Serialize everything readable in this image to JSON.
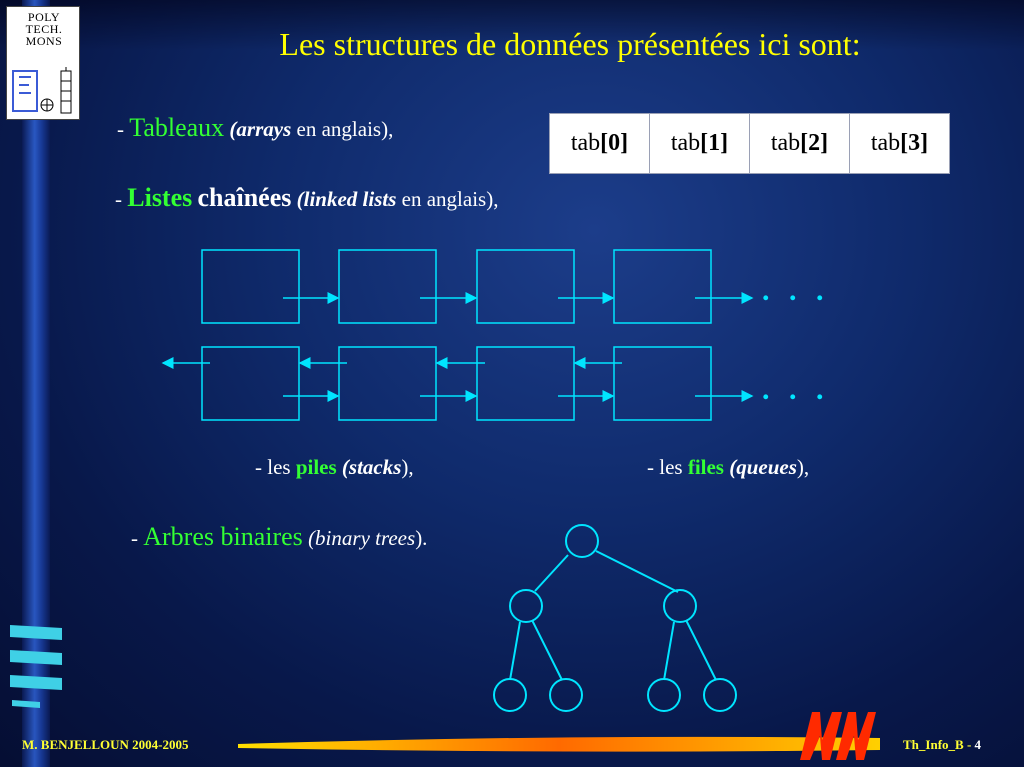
{
  "logo": {
    "line1": "POLY",
    "line2": "TECH.",
    "line3": "MONS"
  },
  "title": "Les structures de données présentées ici sont:",
  "item_tableaux": {
    "dash": "- ",
    "name": "Tableaux",
    "en": "(arrays",
    "rest": " en anglais),"
  },
  "array_cells": [
    {
      "prefix": "tab",
      "index": "[0]"
    },
    {
      "prefix": "tab",
      "index": "[1]"
    },
    {
      "prefix": "tab",
      "index": "[2]"
    },
    {
      "prefix": "tab",
      "index": "[3]"
    }
  ],
  "item_listes": {
    "dash": "- ",
    "name1": "Listes",
    "name2": "chaînées",
    "en": "(linked lists",
    "rest": " en anglais),"
  },
  "item_piles": {
    "pre": "- les ",
    "name": "piles",
    "en": "(stacks",
    "rest": "),"
  },
  "item_files": {
    "pre": "- les ",
    "name": "files",
    "en": "(queues",
    "rest": "),"
  },
  "item_arbres": {
    "dash": "- ",
    "name": "Arbres binaires",
    "en": "(binary trees",
    "rest": ")."
  },
  "ellipsis": ". . .",
  "footer": {
    "author": "M. BENJELLOUN  2004-2005",
    "course": "Th_Info_B",
    "sep": " - ",
    "page": "4"
  },
  "colors": {
    "title": "#ffff00",
    "highlight": "#33ff33",
    "diagram": "#00e5ff",
    "footer": "#ffff33"
  }
}
